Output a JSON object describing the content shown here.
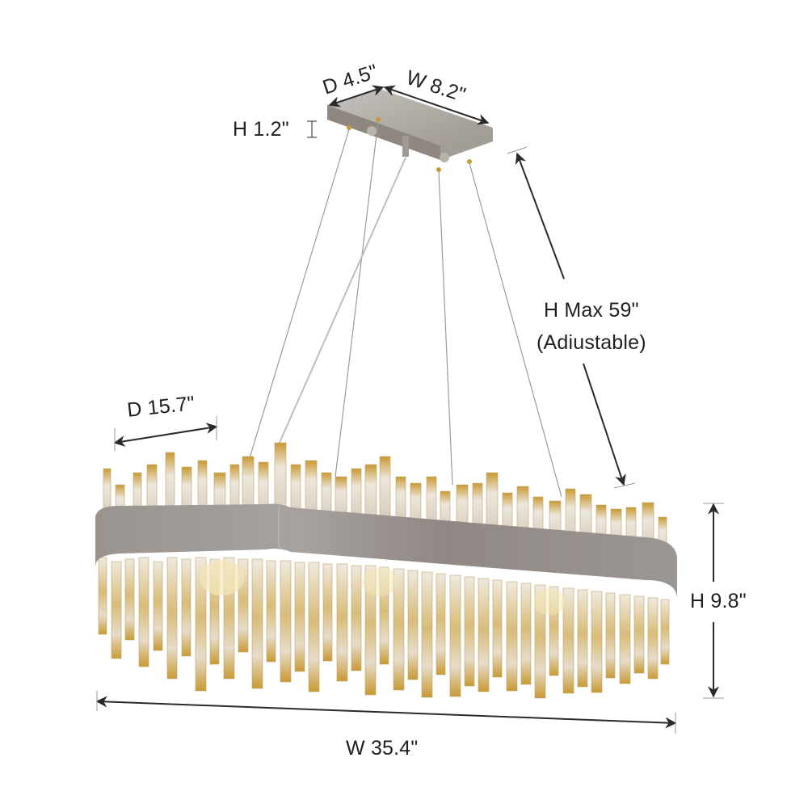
{
  "product": {
    "type": "oval crystal chandelier",
    "finish_color": "#8f8884",
    "crystal_tint": "#d9b35a"
  },
  "dimensions": {
    "canopy_depth": "D 4.5\"",
    "canopy_width": "W 8.2\"",
    "canopy_height": "H 1.2\"",
    "hanging_height_line1": "H Max 59\"",
    "hanging_height_line2": "(Adiustable)",
    "body_depth": "D 15.7\"",
    "body_height": "H 9.8\"",
    "body_width": "W 35.4\""
  },
  "colors": {
    "background": "#ffffff",
    "dimension_line": "#2a2a2a",
    "label_text": "#1f1f1f",
    "metal": "#8f8884",
    "metal_light": "#b3aeaa",
    "crystal_gold": "#c99a34",
    "crystal_clear": "#e8e3da"
  }
}
